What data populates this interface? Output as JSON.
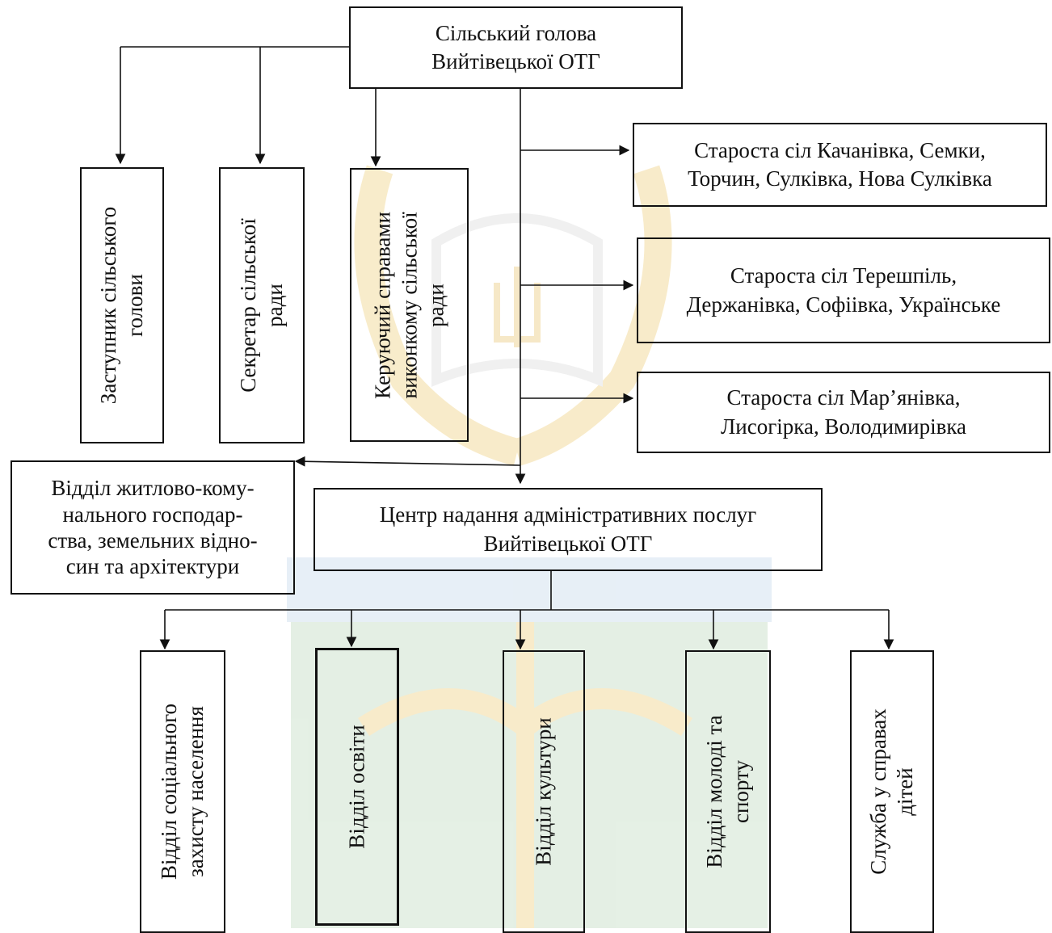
{
  "diagram": {
    "head": {
      "lines": [
        "Сільський голова",
        "Вийтівецької ОТГ"
      ]
    },
    "deputies": {
      "deputy": {
        "lines": [
          "Заступник сільського",
          "голови"
        ]
      },
      "secretary": {
        "lines": [
          "Секретар сільської",
          "ради"
        ]
      },
      "manager": {
        "lines": [
          "Керуючий справами",
          "виконкому сільської",
          "ради"
        ]
      }
    },
    "starostas": [
      {
        "lines": [
          "Староста сіл Качанівка, Семки,",
          "Торчин, Сулківка, Нова Сулківка"
        ]
      },
      {
        "lines": [
          "Староста сіл Терешпіль,",
          "Держанівка, Софіівка, Українське"
        ]
      },
      {
        "lines": [
          "Староста сіл Мар’янівка,",
          "Лисогірка, Володимирівка"
        ]
      }
    ],
    "housing_dept": {
      "lines": [
        "Відділ житлово-кому-",
        "нального господар-",
        "ства, земельних відно-",
        "син та архітектури"
      ]
    },
    "center": {
      "lines": [
        "Центр надання адміністративних послуг",
        "Вийтівецької ОТГ"
      ]
    },
    "departments": [
      {
        "lines": [
          "Відділ соціального",
          "захисту населення"
        ]
      },
      {
        "lines": [
          "Відділ освіти"
        ]
      },
      {
        "lines": [
          "Відділ культури"
        ]
      },
      {
        "lines": [
          "Відділ молоді та",
          "спорту"
        ]
      },
      {
        "lines": [
          "Служба у справах",
          "дітей"
        ]
      }
    ]
  },
  "colors": {
    "line": "#111111",
    "watermark_green": "#cfe3cf",
    "watermark_blue": "#d4e2f0",
    "watermark_gold": "#f3dca0"
  }
}
